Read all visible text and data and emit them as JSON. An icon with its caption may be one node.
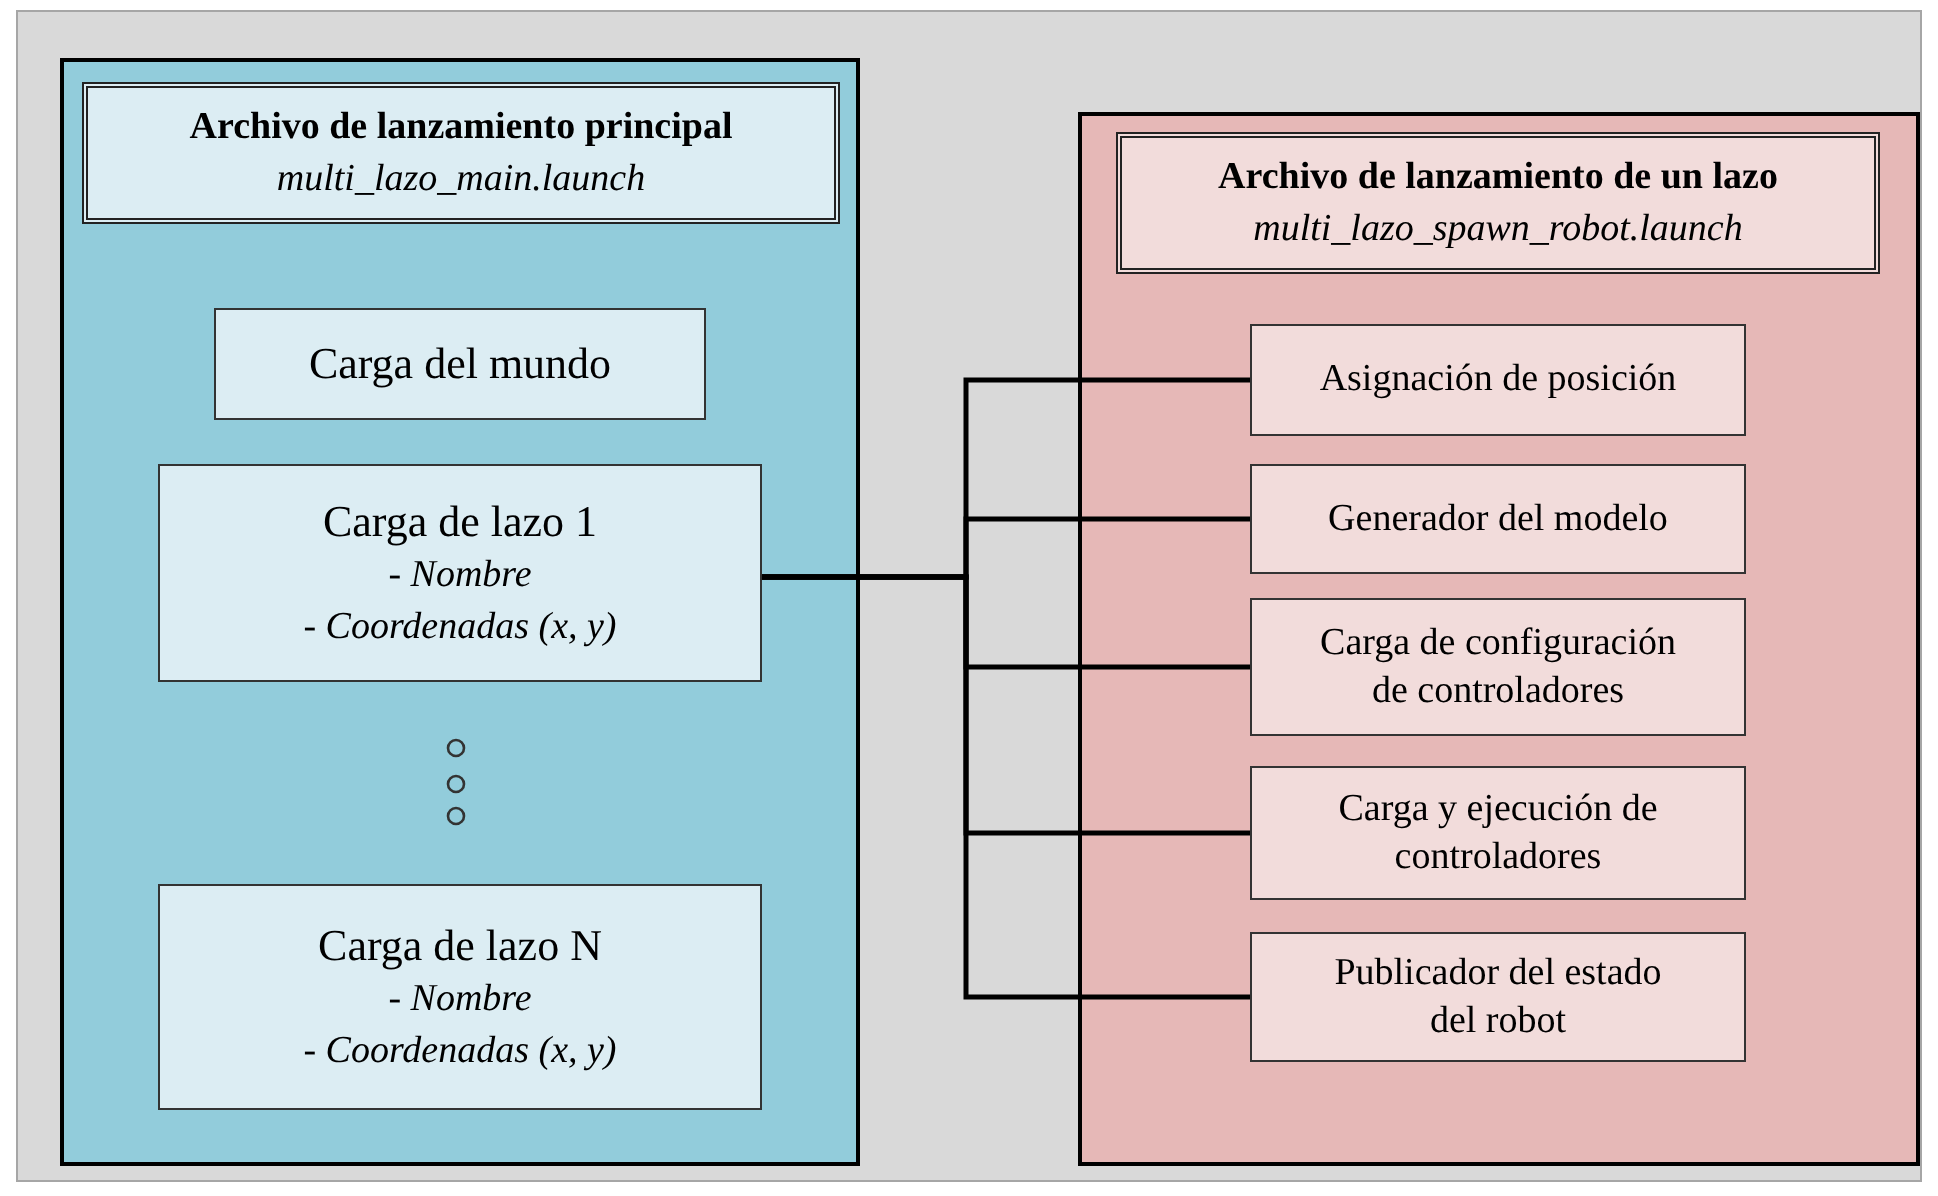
{
  "diagram": {
    "nodes": [
      {
        "text": [],
        "shape": "box"
      },
      {
        "text": [
          "Archivo de lanzamiento principal",
          "multi_lazo_main.launch"
        ],
        "in": 0
      },
      {
        "text": [
          "Carga del mundo"
        ],
        "in": 0
      },
      {
        "text": [
          "Carga de lazo 1",
          "- *Nombre*",
          "- *Coordenadas (x, y)*"
        ],
        "in": 0
      },
      {
        "text": [
          "Carga de lazo N",
          "- *Nombre*",
          "- *Coordenadas (x, y)*"
        ],
        "in": 0
      },
      {
        "text": [],
        "shape": "box"
      },
      {
        "text": [
          "Archivo de lanzamiento de un lazo",
          "multi_lazo_spawn_robot.launch"
        ],
        "in": 5
      },
      {
        "text": [
          "Asignación de posición"
        ],
        "in": 5
      },
      {
        "text": [
          "Generador del modelo"
        ],
        "in": 5
      },
      {
        "text": [
          "Carga de configuración de controladores"
        ],
        "in": 5
      },
      {
        "text": [
          "Carga y ejecución de controladores"
        ],
        "in": 5
      },
      {
        "text": [
          "Publicador del estado del robot"
        ],
        "in": 5
      }
    ],
    "edges": [
      {
        "from": 3,
        "to": 7,
        "arrow": "none"
      },
      {
        "from": 3,
        "to": 8,
        "arrow": "none"
      },
      {
        "from": 3,
        "to": 9,
        "arrow": "none"
      },
      {
        "from": 3,
        "to": 10,
        "arrow": "none"
      },
      {
        "from": 3,
        "to": 11,
        "arrow": "none"
      }
    ]
  }
}
